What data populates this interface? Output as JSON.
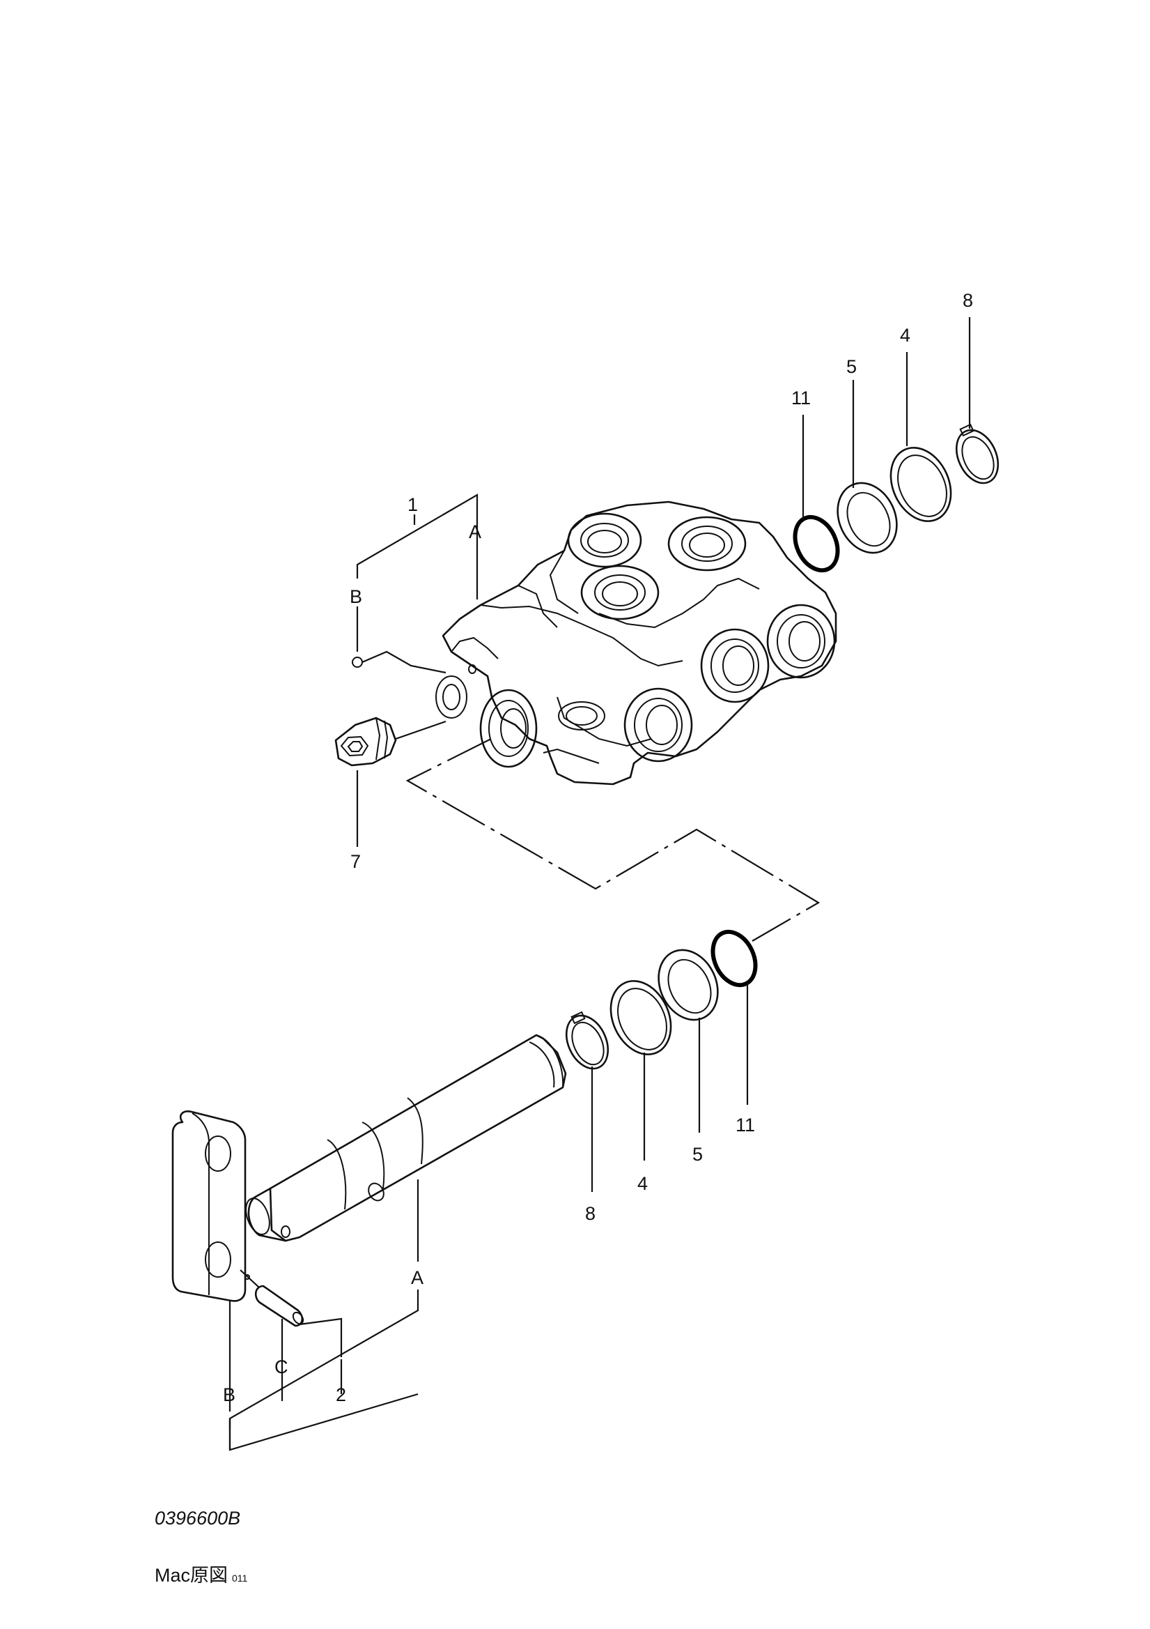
{
  "drawing": {
    "code": "0396600B",
    "source_note": "Mac原図",
    "source_sub": "011"
  },
  "callouts": {
    "body_assembly": "1",
    "shaft_assembly": "2",
    "washer": "4",
    "spacer": "5",
    "plug": "7",
    "snap_ring": "8",
    "o_ring": "11",
    "ref_a": "A",
    "ref_b": "B",
    "ref_c": "C"
  }
}
